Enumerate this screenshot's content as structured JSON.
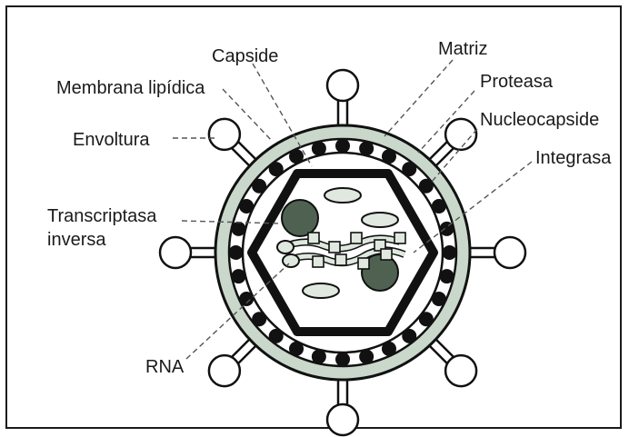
{
  "labels": {
    "capside": "Capside",
    "matriz": "Matriz",
    "membrana": "Membrana lipídica",
    "proteasa": "Proteasa",
    "envoltura": "Envoltura",
    "nucleocapside": "Nucleocapside",
    "integrasa": "Integrasa",
    "transcriptasa_1": "Transcriptasa",
    "transcriptasa_2": "inversa",
    "rna": "RNA"
  },
  "colors": {
    "outer_ring": "#c9d8cb",
    "glyco_fill": "#ffffff",
    "matrix_band": "#ffffff",
    "matrix_dot": "#111111",
    "capsid_edge": "#111111",
    "interior": "#ffffff",
    "enzyme_dark": "#4f6251",
    "enzyme_light": "#e0e8e0",
    "rna_fill": "#dfe8df"
  }
}
